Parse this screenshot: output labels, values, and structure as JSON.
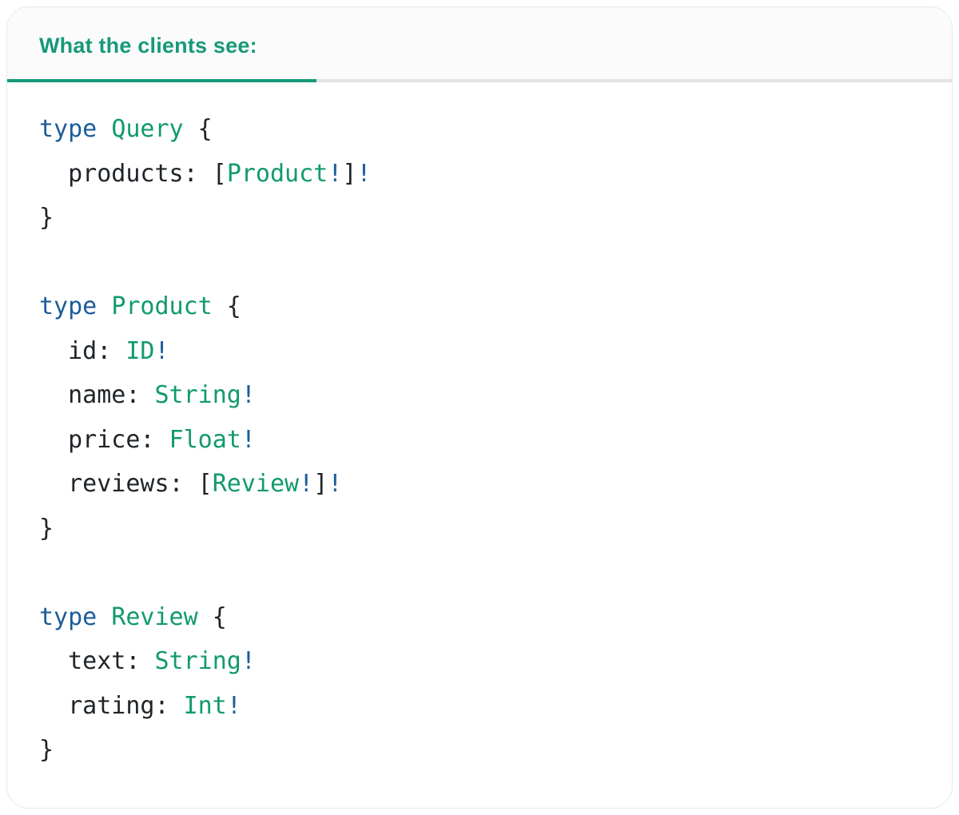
{
  "tab": {
    "label": "What the clients see:"
  },
  "colors": {
    "accent_green": "#16997A",
    "code_green": "#119A6E",
    "code_blue": "#1B5C9B",
    "code_text": "#1F2428",
    "divider_gray": "#E3E3E3",
    "card_border": "#E3ECE6",
    "header_bg": "#FBFBFB"
  },
  "code": {
    "language": "graphql",
    "lines": [
      [
        [
          "b",
          "type"
        ],
        [
          "d",
          " "
        ],
        [
          "g",
          "Query"
        ],
        [
          "d",
          " {"
        ]
      ],
      [
        [
          "d",
          "  products: ["
        ],
        [
          "g",
          "Product"
        ],
        [
          "b",
          "!"
        ],
        [
          "d",
          "]"
        ],
        [
          "b",
          "!"
        ]
      ],
      [
        [
          "d",
          "}"
        ]
      ],
      [],
      [
        [
          "b",
          "type"
        ],
        [
          "d",
          " "
        ],
        [
          "g",
          "Product"
        ],
        [
          "d",
          " {"
        ]
      ],
      [
        [
          "d",
          "  id: "
        ],
        [
          "g",
          "ID"
        ],
        [
          "b",
          "!"
        ]
      ],
      [
        [
          "d",
          "  name: "
        ],
        [
          "g",
          "String"
        ],
        [
          "b",
          "!"
        ]
      ],
      [
        [
          "d",
          "  price: "
        ],
        [
          "g",
          "Float"
        ],
        [
          "b",
          "!"
        ]
      ],
      [
        [
          "d",
          "  reviews: ["
        ],
        [
          "g",
          "Review"
        ],
        [
          "b",
          "!"
        ],
        [
          "d",
          "]"
        ],
        [
          "b",
          "!"
        ]
      ],
      [
        [
          "d",
          "}"
        ]
      ],
      [],
      [
        [
          "b",
          "type"
        ],
        [
          "d",
          " "
        ],
        [
          "g",
          "Review"
        ],
        [
          "d",
          " {"
        ]
      ],
      [
        [
          "d",
          "  text: "
        ],
        [
          "g",
          "String"
        ],
        [
          "b",
          "!"
        ]
      ],
      [
        [
          "d",
          "  rating: "
        ],
        [
          "g",
          "Int"
        ],
        [
          "b",
          "!"
        ]
      ],
      [
        [
          "d",
          "}"
        ]
      ]
    ]
  }
}
